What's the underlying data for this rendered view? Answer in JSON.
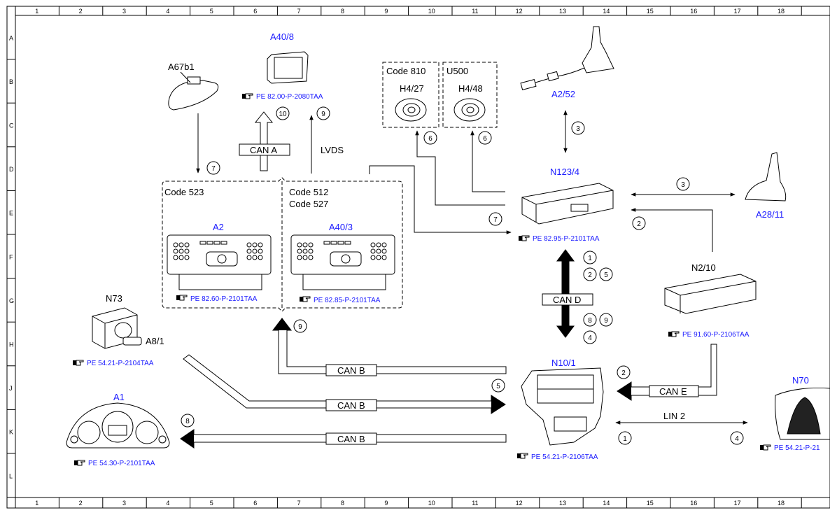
{
  "ruler": {
    "columns": [
      "1",
      "2",
      "3",
      "4",
      "5",
      "6",
      "7",
      "8",
      "9",
      "10",
      "11",
      "12",
      "13",
      "14",
      "15",
      "16",
      "17",
      "18"
    ],
    "rows": [
      "A",
      "B",
      "C",
      "D",
      "E",
      "F",
      "G",
      "H",
      "J",
      "K",
      "L"
    ]
  },
  "components": {
    "a40_8": "A40/8",
    "a67b1": "A67b1",
    "a2_52": "A2/52",
    "h4_27": "H4/27",
    "h4_48": "H4/48",
    "n123_4": "N123/4",
    "a28_11": "A28/11",
    "a2": "A2",
    "a40_3": "A40/3",
    "n73": "N73",
    "a8_1": "A8/1",
    "n2_10": "N2/10",
    "a1": "A1",
    "n10_1": "N10/1",
    "n70": "N70"
  },
  "codes": {
    "code_810": "Code 810",
    "u500": "U500",
    "code_523": "Code 523",
    "code_512": "Code 512",
    "code_527": "Code 527"
  },
  "refs": {
    "a40_8": "PE 82.00-P-2080TAA",
    "n123_4": "PE 82.95-P-2101TAA",
    "a2": "PE 82.60-P-2101TAA",
    "a40_3": "PE 82.85-P-2101TAA",
    "n73": "PE 54.21-P-2104TAA",
    "n2_10": "PE 91.60-P-2106TAA",
    "a1": "PE 54.30-P-2101TAA",
    "n10_1": "PE 54.21-P-2106TAA",
    "n70": "PE 54.21-P-21"
  },
  "buses": {
    "can_a": "CAN A",
    "lvds": "LVDS",
    "can_d": "CAN D",
    "can_b_1": "CAN B",
    "can_b_2": "CAN B",
    "can_b_3": "CAN B",
    "can_e": "CAN E",
    "lin_2": "LIN 2"
  },
  "markers": {
    "m10": "10",
    "m9_top": "9",
    "m3_top": "3",
    "m6_left": "6",
    "m6_right": "6",
    "m7_left": "7",
    "m3_right": "3",
    "m2_right": "2",
    "m7_mid": "7",
    "m1_cand": "1",
    "m2_cand": "2",
    "m5_cand": "5",
    "m8_cand": "8",
    "m9_cand": "9",
    "m4_cand": "4",
    "m9_mid": "9",
    "m5_n10": "5",
    "m2_cane": "2",
    "m8_a1": "8",
    "m1_lin": "1",
    "m4_lin": "4"
  },
  "colors": {
    "label_blue": "#1a1aff",
    "line": "#000000"
  }
}
